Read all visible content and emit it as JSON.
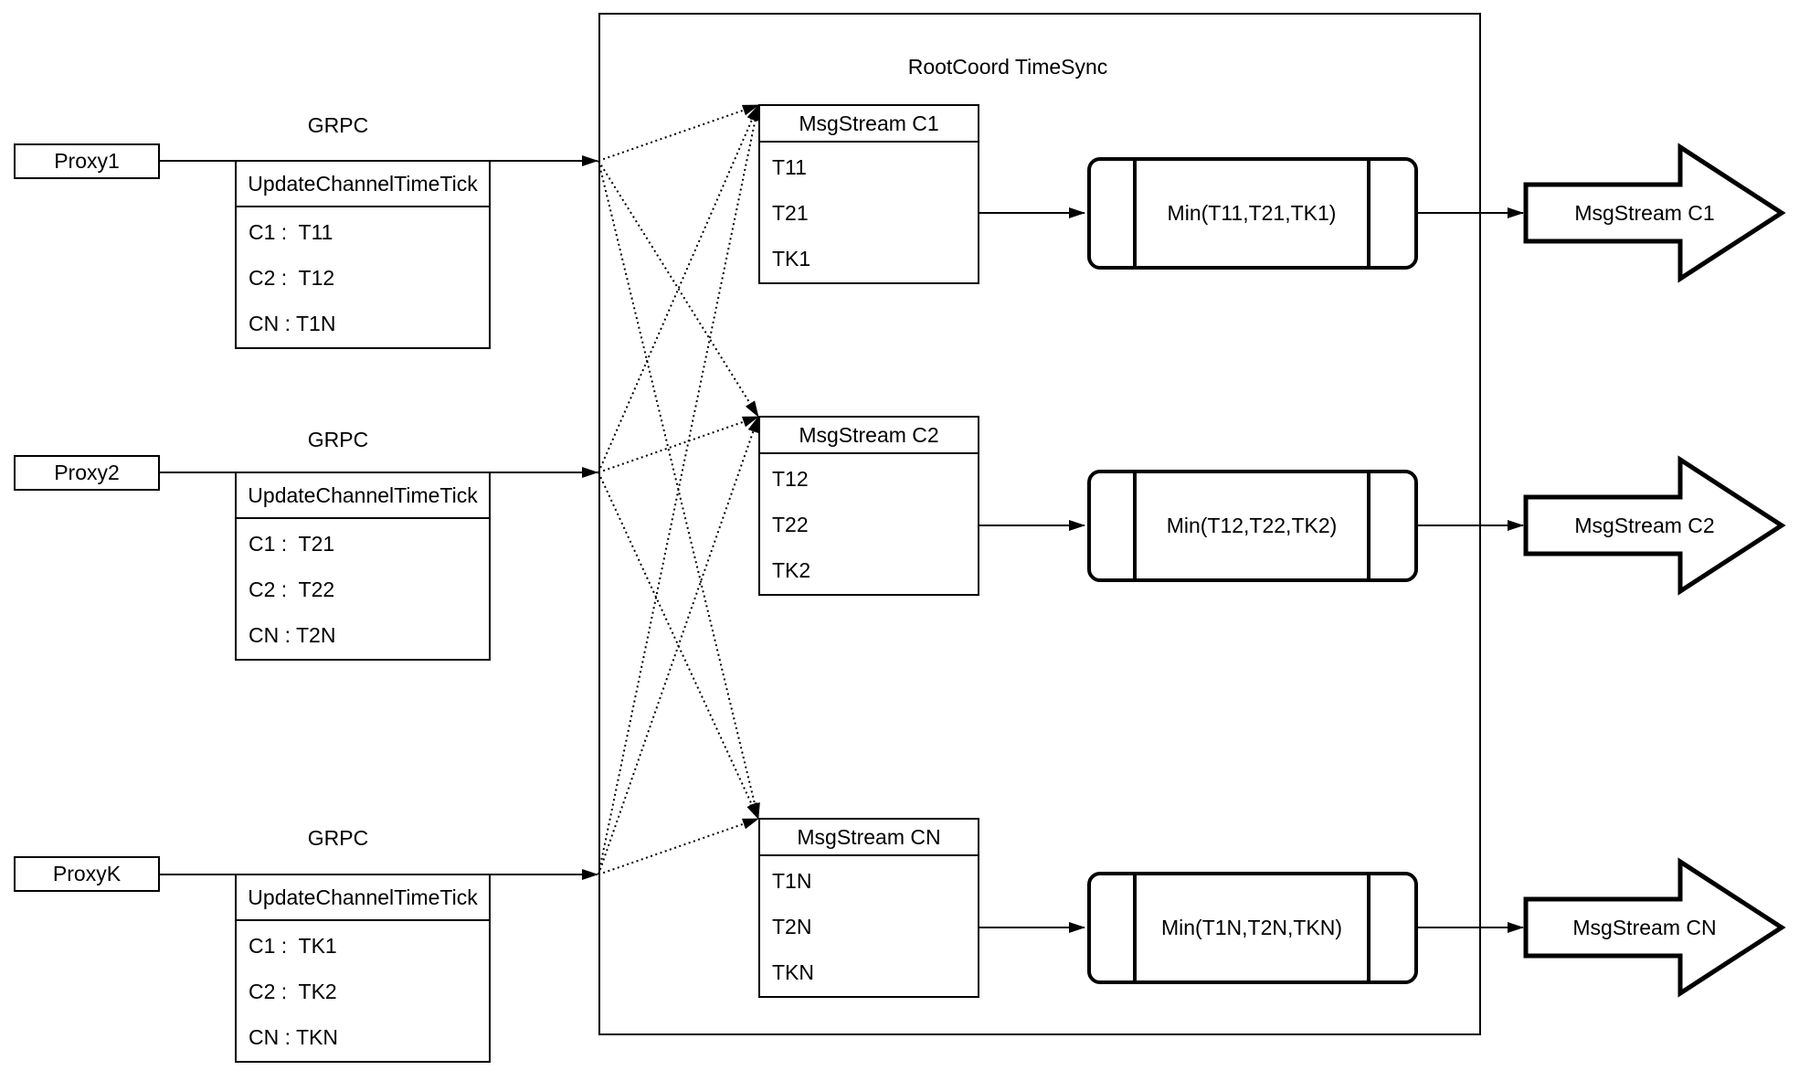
{
  "diagram": {
    "title": "RootCoord TimeSync",
    "colors": {
      "line": "#000000",
      "background": "#ffffff"
    },
    "rows": [
      {
        "proxy_label": "Proxy1",
        "grpc_label": "GRPC",
        "update_table": {
          "header": "UpdateChannelTimeTick",
          "cells": [
            "C1 :  T11",
            "C2 :  T12",
            "CN : T1N"
          ]
        },
        "msgstream_table": {
          "header": "MsgStream C1",
          "cells": [
            "T11",
            "T21",
            "TK1"
          ]
        },
        "min_label": "Min(T11,T21,TK1)",
        "out_arrow_label": "MsgStream C1"
      },
      {
        "proxy_label": "Proxy2",
        "grpc_label": "GRPC",
        "update_table": {
          "header": "UpdateChannelTimeTick",
          "cells": [
            "C1 :  T21",
            "C2 :  T22",
            "CN : T2N"
          ]
        },
        "msgstream_table": {
          "header": "MsgStream C2",
          "cells": [
            "T12",
            "T22",
            "TK2"
          ]
        },
        "min_label": "Min(T12,T22,TK2)",
        "out_arrow_label": "MsgStream C2"
      },
      {
        "proxy_label": "ProxyK",
        "grpc_label": "GRPC",
        "update_table": {
          "header": "UpdateChannelTimeTick",
          "cells": [
            "C1 :  TK1",
            "C2 :  TK2",
            "CN : TKN"
          ]
        },
        "msgstream_table": {
          "header": "MsgStream CN",
          "cells": [
            "T1N",
            "T2N",
            "TKN"
          ]
        },
        "min_label": "Min(T1N,T2N,TKN)",
        "out_arrow_label": "MsgStream CN"
      }
    ]
  }
}
